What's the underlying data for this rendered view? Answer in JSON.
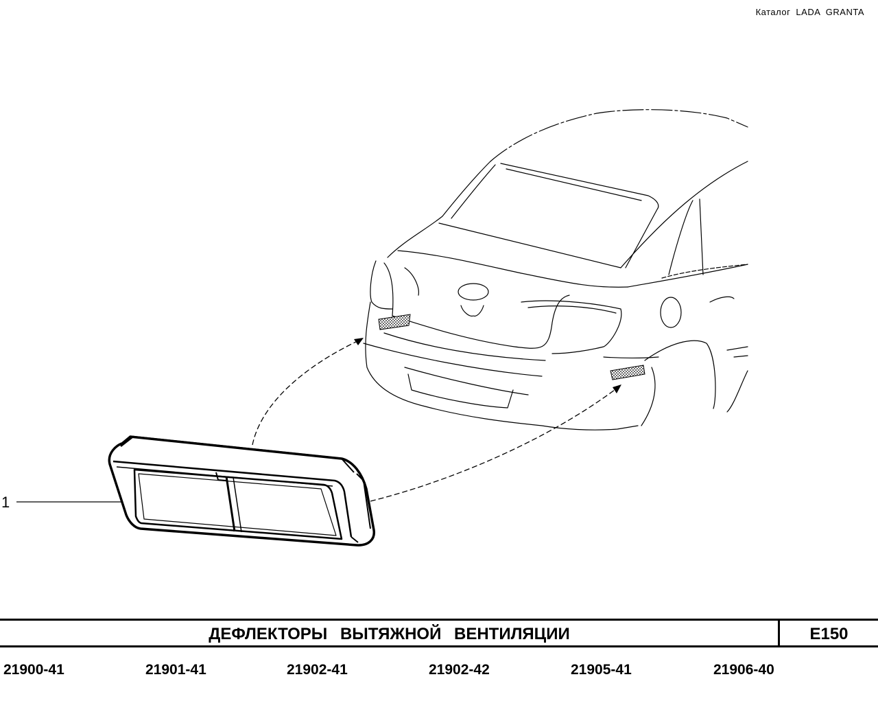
{
  "header": {
    "catalog": "Каталог  LADA  GRANTA"
  },
  "drawing": {
    "callout_number": "1"
  },
  "title_block": {
    "title": "ДЕФЛЕКТОРЫ   ВЫТЯЖНОЙ   ВЕНТИЛЯЦИИ",
    "code": "E150"
  },
  "models": [
    "21900-41",
    "21901-41",
    "21902-41",
    "21902-42",
    "21905-41",
    "21906-40"
  ]
}
